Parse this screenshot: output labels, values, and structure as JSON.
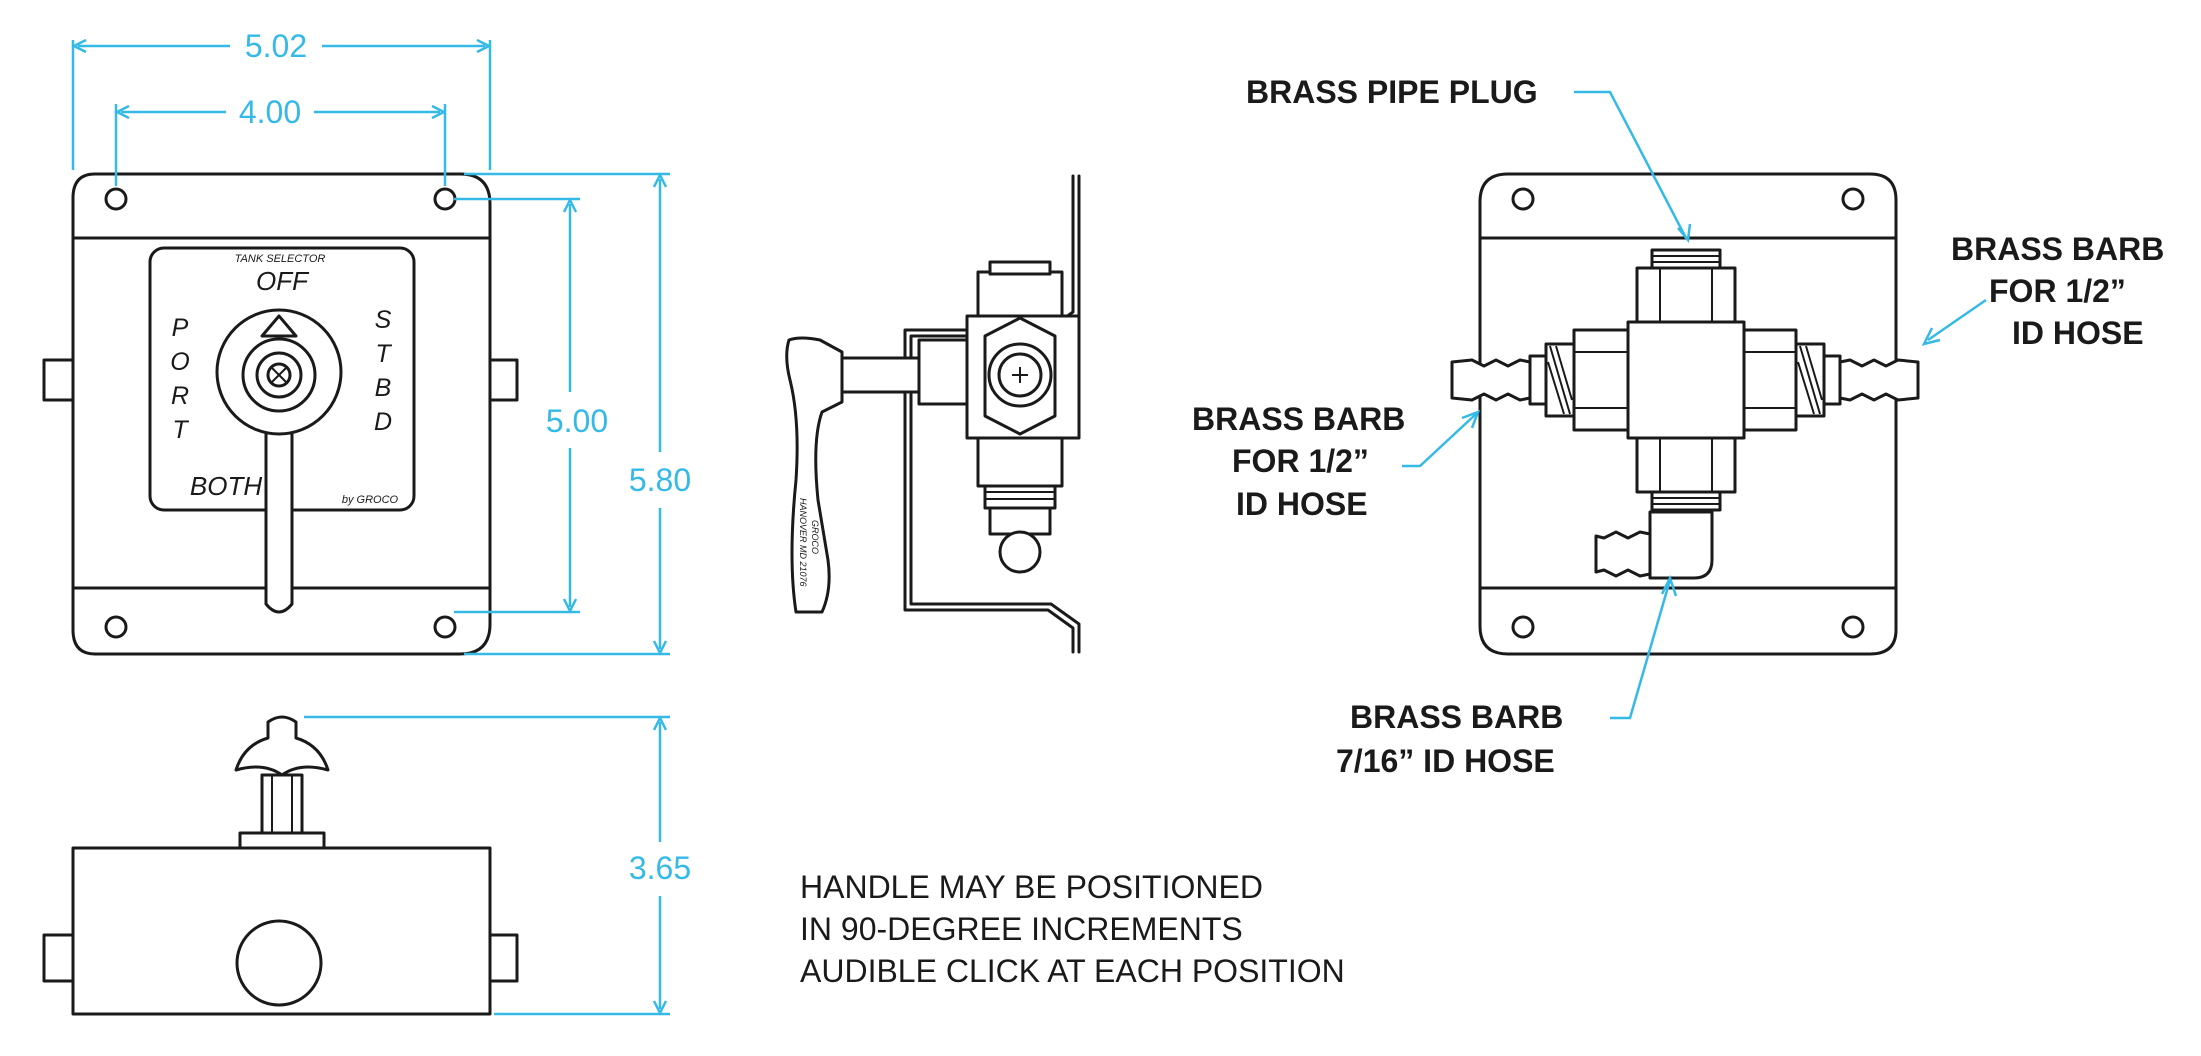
{
  "dimensions": {
    "overall_width": "5.02",
    "hole_spacing_width": "4.00",
    "hole_spacing_height": "5.00",
    "overall_height": "5.80",
    "depth": "3.65"
  },
  "faceplate": {
    "title": "TANK SELECTOR",
    "off": "OFF",
    "both": "BOTH",
    "port_letters": [
      "P",
      "O",
      "R",
      "T"
    ],
    "stbd_letters": [
      "S",
      "T",
      "B",
      "D"
    ],
    "maker": "by GROCO"
  },
  "handle_markings": [
    "GROCO",
    "HANOVER MD 21076"
  ],
  "callouts": {
    "pipe_plug": "BRASS PIPE PLUG",
    "barb_right": [
      "BRASS BARB",
      "FOR 1/2”",
      "ID HOSE"
    ],
    "barb_left": [
      "BRASS BARB",
      "FOR 1/2”",
      "ID HOSE"
    ],
    "barb_bottom": [
      "BRASS BARB",
      "7/16”  ID HOSE"
    ]
  },
  "notes": [
    "HANDLE MAY BE POSITIONED",
    "IN 90-DEGREE INCREMENTS",
    "AUDIBLE CLICK AT EACH POSITION"
  ],
  "colors": {
    "dimension": "#35b9e6",
    "line": "#1a1a1a",
    "background": "#ffffff"
  }
}
